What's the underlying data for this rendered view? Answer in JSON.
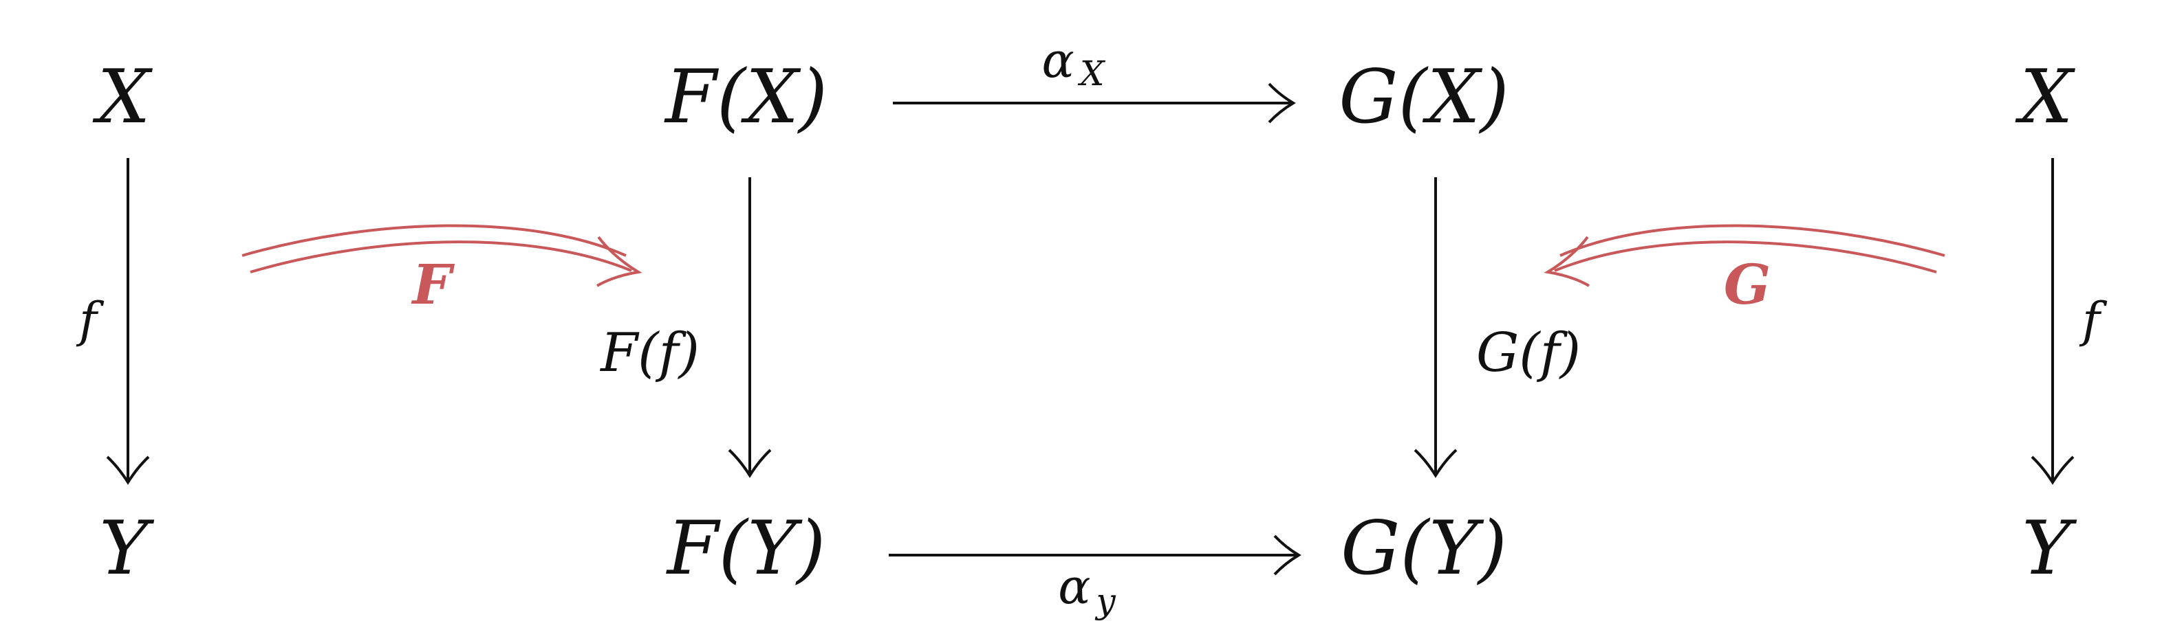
{
  "diagram": {
    "nodes": {
      "left_top": "X",
      "left_bottom": "Y",
      "fx": "F(X)",
      "gx": "G(X)",
      "fy": "F(Y)",
      "gy": "G(Y)",
      "right_top": "X",
      "right_bottom": "Y"
    },
    "labels": {
      "left_f": "f",
      "right_f": "f",
      "functor_f": "F",
      "functor_g": "G",
      "ff": "F(f)",
      "gf": "G(f)",
      "alpha_top": "α",
      "alpha_top_sub": "X",
      "alpha_bottom": "α",
      "alpha_bottom_sub": "y"
    },
    "colors": {
      "ink": "#111111",
      "functor": "#c8585a"
    }
  }
}
